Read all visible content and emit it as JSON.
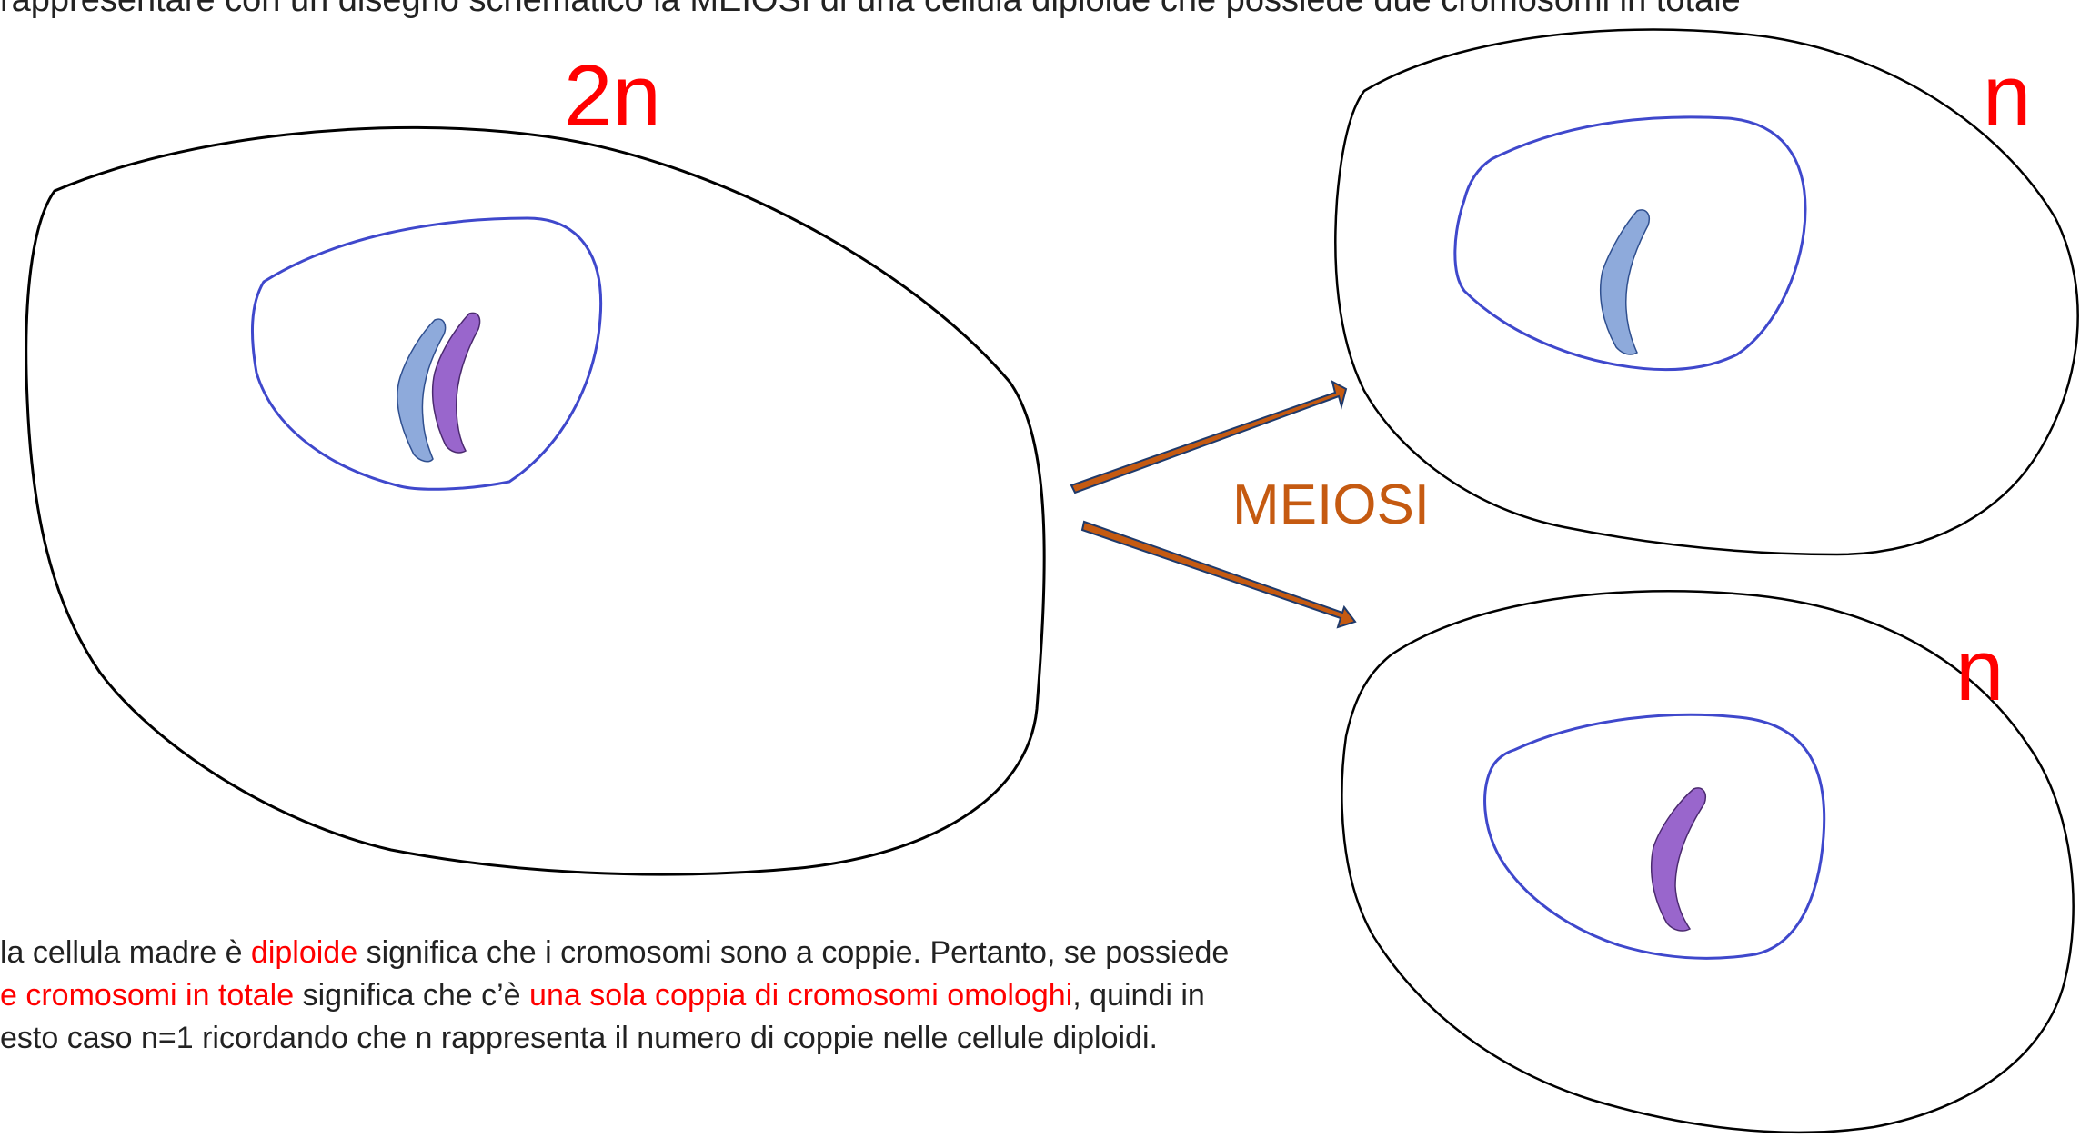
{
  "title": "rappresentare con un disegno schematico la MEIOSI di una cellula diploide che possiede due cromosomi in totale",
  "labels": {
    "mother_ploidy": "2n",
    "daughter1_ploidy": "n",
    "daughter2_ploidy": "n",
    "process": "MEIOSI"
  },
  "caption": {
    "line1_a": "la cellula madre è ",
    "line1_red": "diploide",
    "line1_b": " significa che i cromosomi sono a coppie. Pertanto, se possiede",
    "line2_red1": "e cromosomi in totale",
    "line2_a": " significa che c’è ",
    "line2_red2": "una sola coppia di cromosomi omologhi",
    "line2_b": ", quindi in",
    "line3": "esto caso n=1 ricordando che n rappresenta il numero di coppie nelle cellule diploidi."
  },
  "colors": {
    "cell_membrane": "#000000",
    "nucleus": "#3f48cc",
    "chromosome_blue": "#8eaadb",
    "chromosome_purple": "#9966cc",
    "arrow": "#c55a11",
    "highlight": "#ff0000"
  }
}
